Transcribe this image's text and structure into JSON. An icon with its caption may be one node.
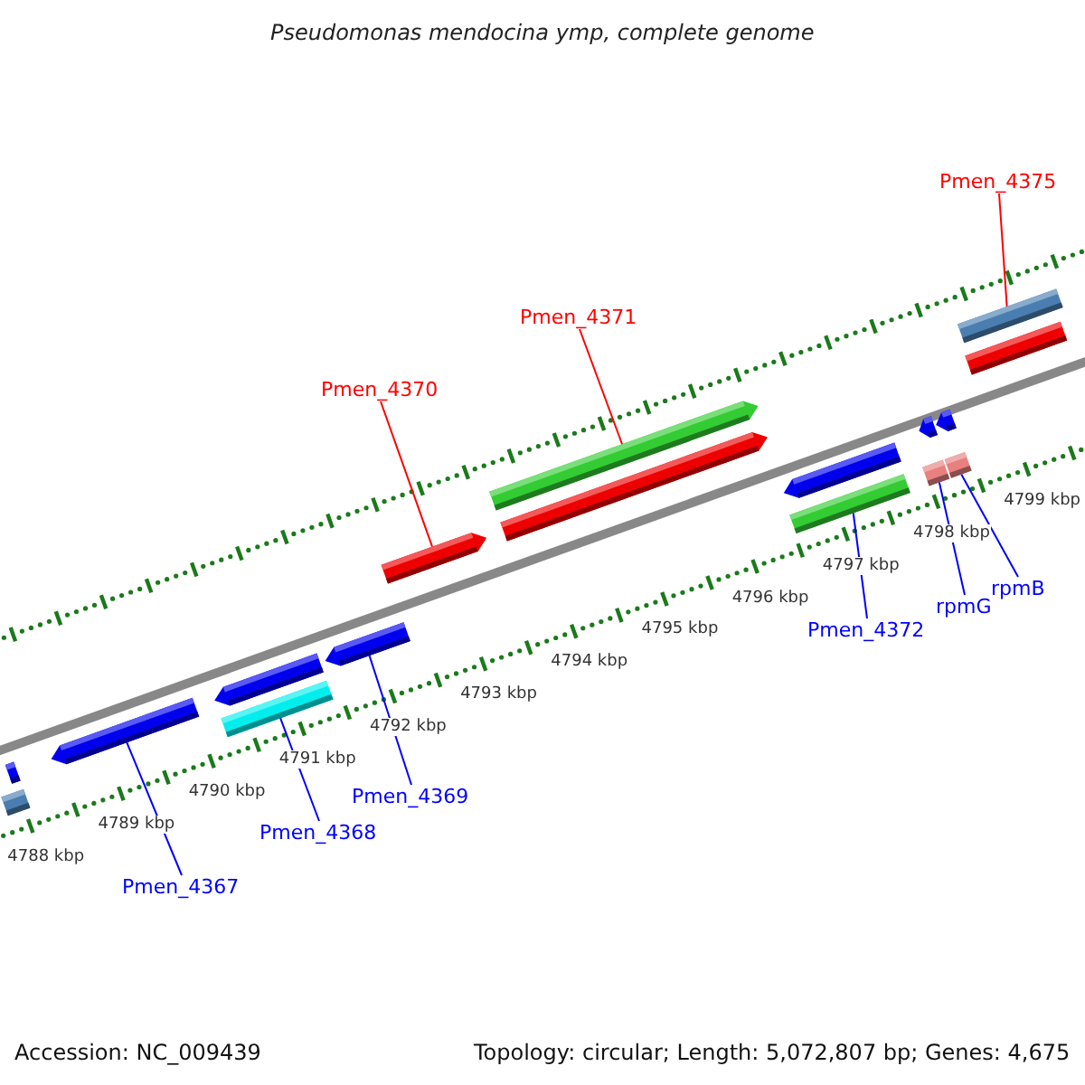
{
  "diagram": {
    "title": "Pseudomonas mendocina ymp, complete genome",
    "nodes": [
      {
        "text": [
          "Pmen_4375"
        ]
      },
      {
        "text": [
          "Pmen_4371"
        ]
      },
      {
        "text": [
          "Pmen_4370"
        ]
      },
      {
        "text": [],
        "shape": "bar"
      },
      {
        "text": [],
        "shape": "bar"
      },
      {
        "text": [],
        "shape": "bar"
      },
      {
        "text": [],
        "shape": "bar"
      },
      {
        "text": [],
        "shape": "bar"
      },
      {
        "text": [],
        "shape": "bar"
      },
      {
        "text": [],
        "shape": "bar"
      },
      {
        "text": [],
        "shape": "bar"
      },
      {
        "text": [],
        "shape": "bar"
      },
      {
        "text": [],
        "shape": "bar"
      },
      {
        "text": [],
        "shape": "bar"
      },
      {
        "text": [],
        "shape": "bar"
      },
      {
        "text": [],
        "shape": "bar"
      },
      {
        "text": [],
        "shape": "bar"
      },
      {
        "text": [],
        "shape": "bar"
      },
      {
        "text": [],
        "shape": "bar"
      },
      {
        "text": [],
        "shape": "bar"
      },
      {
        "text": [
          "Pmen_4372"
        ]
      },
      {
        "text": [
          "rpmG"
        ]
      },
      {
        "text": [
          "rpmB"
        ]
      },
      {
        "text": [
          "Pmen_4369"
        ]
      },
      {
        "text": [
          "Pmen_4368"
        ]
      },
      {
        "text": [
          "Pmen_4367"
        ]
      }
    ],
    "edges": [
      {
        "from": 0,
        "to": 19,
        "arrow": "none",
        "color": "#ff0000"
      },
      {
        "from": 1,
        "to": 11,
        "arrow": "none",
        "color": "#ff0000"
      },
      {
        "from": 2,
        "to": 9,
        "arrow": "none",
        "color": "#ff0000"
      },
      {
        "from": 20,
        "to": 12,
        "arrow": "none"
      },
      {
        "from": 21,
        "to": 14,
        "arrow": "none"
      },
      {
        "from": 22,
        "to": 16,
        "arrow": "none"
      },
      {
        "from": 23,
        "to": 8,
        "arrow": "none"
      },
      {
        "from": 24,
        "to": 7,
        "arrow": "none"
      },
      {
        "from": 25,
        "to": 5,
        "arrow": "none"
      }
    ],
    "labels": [
      "4788 kbp",
      "4789 kbp",
      "4790 kbp",
      "4791 kbp",
      "4792 kbp",
      "4793 kbp",
      "4794 kbp",
      "4795 kbp",
      "4796 kbp",
      "4797 kbp",
      "4798 kbp",
      "4799 kbp",
      "Accession: NC_009439",
      "Topology: circular; Length: 5,072,807 bp; Genes: 4,675"
    ]
  }
}
